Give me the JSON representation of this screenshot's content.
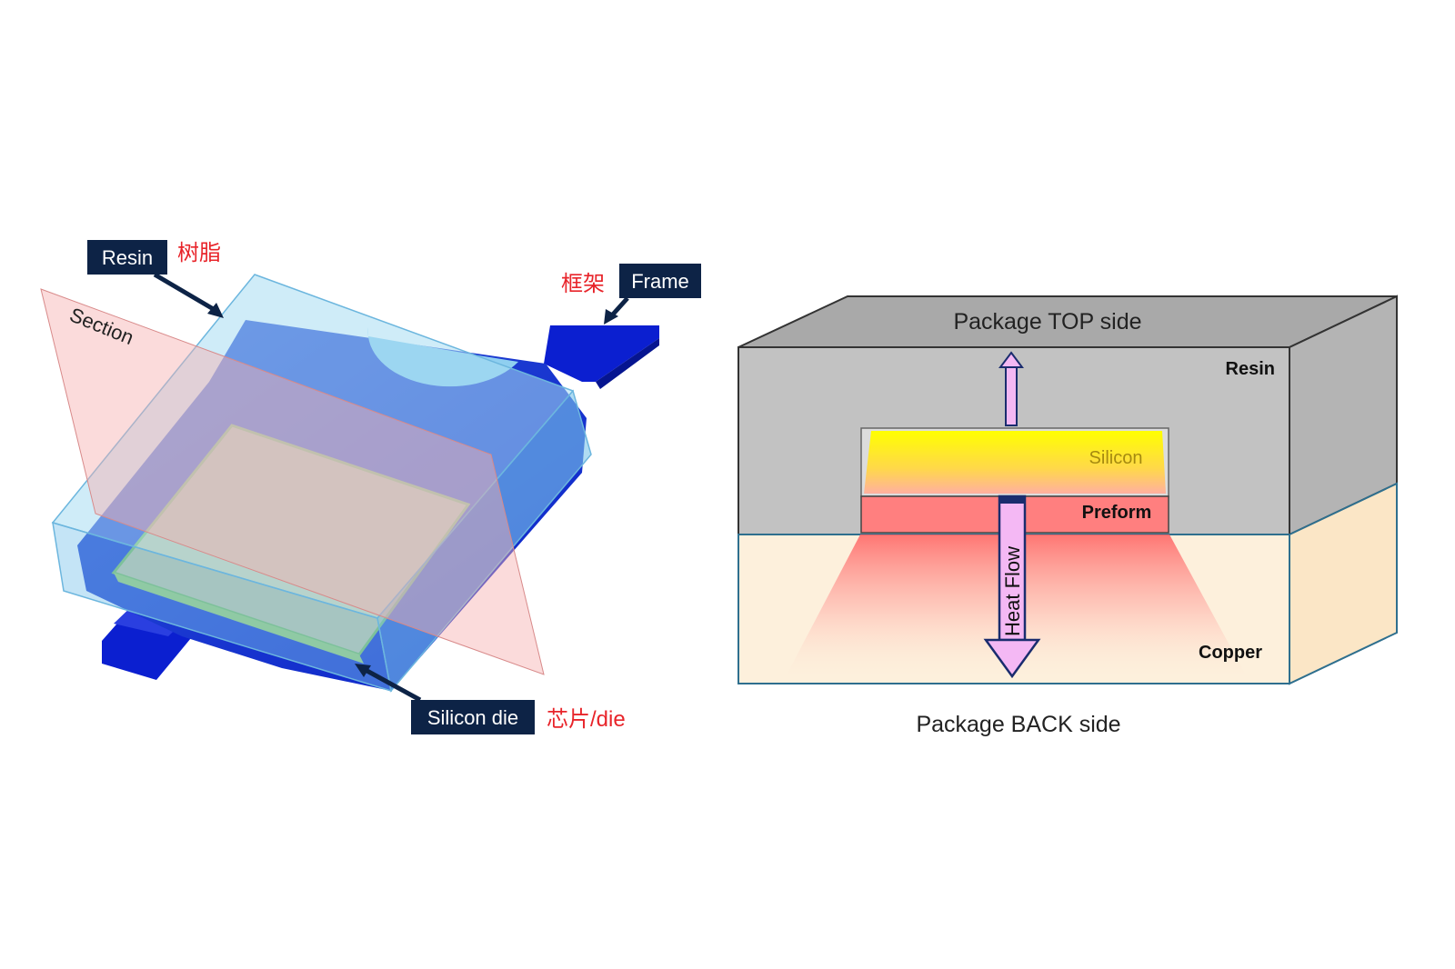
{
  "left_diagram": {
    "labels": {
      "resin": "Resin",
      "resin_cn": "树脂",
      "frame": "Frame",
      "frame_cn": "框架",
      "section": "Section",
      "silicon_die": "Silicon die",
      "silicon_die_cn": "芯片/die"
    }
  },
  "right_diagram": {
    "top_side": "Package TOP side",
    "back_side": "Package BACK side",
    "resin": "Resin",
    "silicon": "Silicon",
    "preform": "Preform",
    "copper": "Copper",
    "heat_flow": "Heat Flow"
  },
  "colors": {
    "label_box": "#0d2346",
    "cn_label": "#e8242a",
    "resin_gray": "#c2c2c2",
    "copper": "#fdf0dc",
    "preform": "#ff7f7f",
    "silicon": "#ffff00",
    "arrow_fill": "#f4b8f4",
    "arrow_stroke": "#1a2c6e"
  }
}
